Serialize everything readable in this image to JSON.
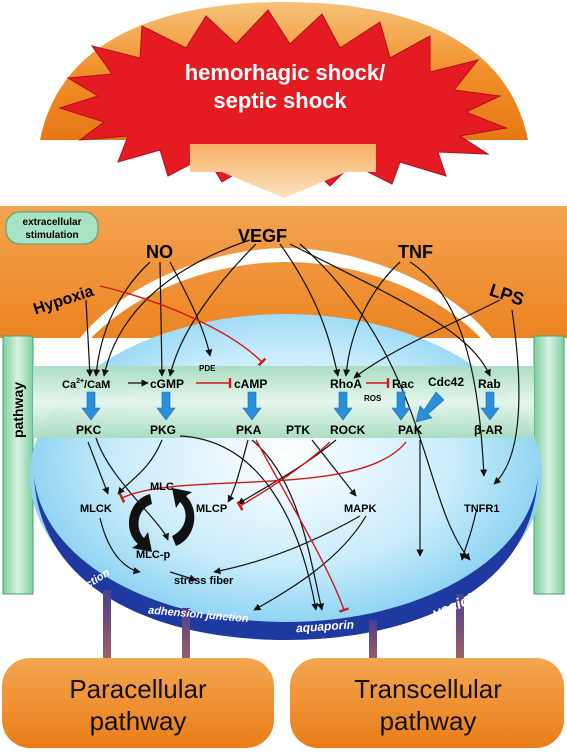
{
  "title": {
    "line1": "hemorhagic shock/",
    "line2": "septic shock"
  },
  "extracellular": {
    "badge_line1": "extracellular",
    "badge_line2": "stimulation",
    "stimuli": {
      "hypoxia": "Hypoxia",
      "no": "NO",
      "vegf": "VEGF",
      "tnf": "TNF",
      "lps": "LPS"
    }
  },
  "side_label": "pathway",
  "second_messengers": {
    "ca_cam": "Ca",
    "ca_sup": "2+",
    "ca_suffix": "/CaM",
    "cgmp": "cGMP",
    "pde": "PDE",
    "camp": "cAMP",
    "rhoa": "RhoA",
    "ros": "ROS",
    "rac": "Rac",
    "cdc42": "Cdc42",
    "rab": "Rab"
  },
  "kinases": {
    "pkc": "PKC",
    "pkg": "PKG",
    "pka": "PKA",
    "ptk": "PTK",
    "rock": "ROCK",
    "pak": "PAK",
    "beta_ar": "β-AR"
  },
  "cytoplasm": {
    "mlck": "MLCK",
    "mlc": "MLC",
    "mlcp": "MLCP",
    "mlc_p": "MLC-p",
    "mapk": "MAPK",
    "tnfr1": "TNFR1",
    "stress_fiber": "stress fiber"
  },
  "membrane": {
    "tight_junction": "tight junction",
    "adhension_junction": "adhension junction",
    "aquaporin": "aquaporin",
    "vesicle": "vesicle"
  },
  "outcomes": {
    "paracellular_line1": "Paracellular",
    "paracellular_line2": "pathway",
    "transcellular_line1": "Transcellular",
    "transcellular_line2": "pathway"
  }
}
